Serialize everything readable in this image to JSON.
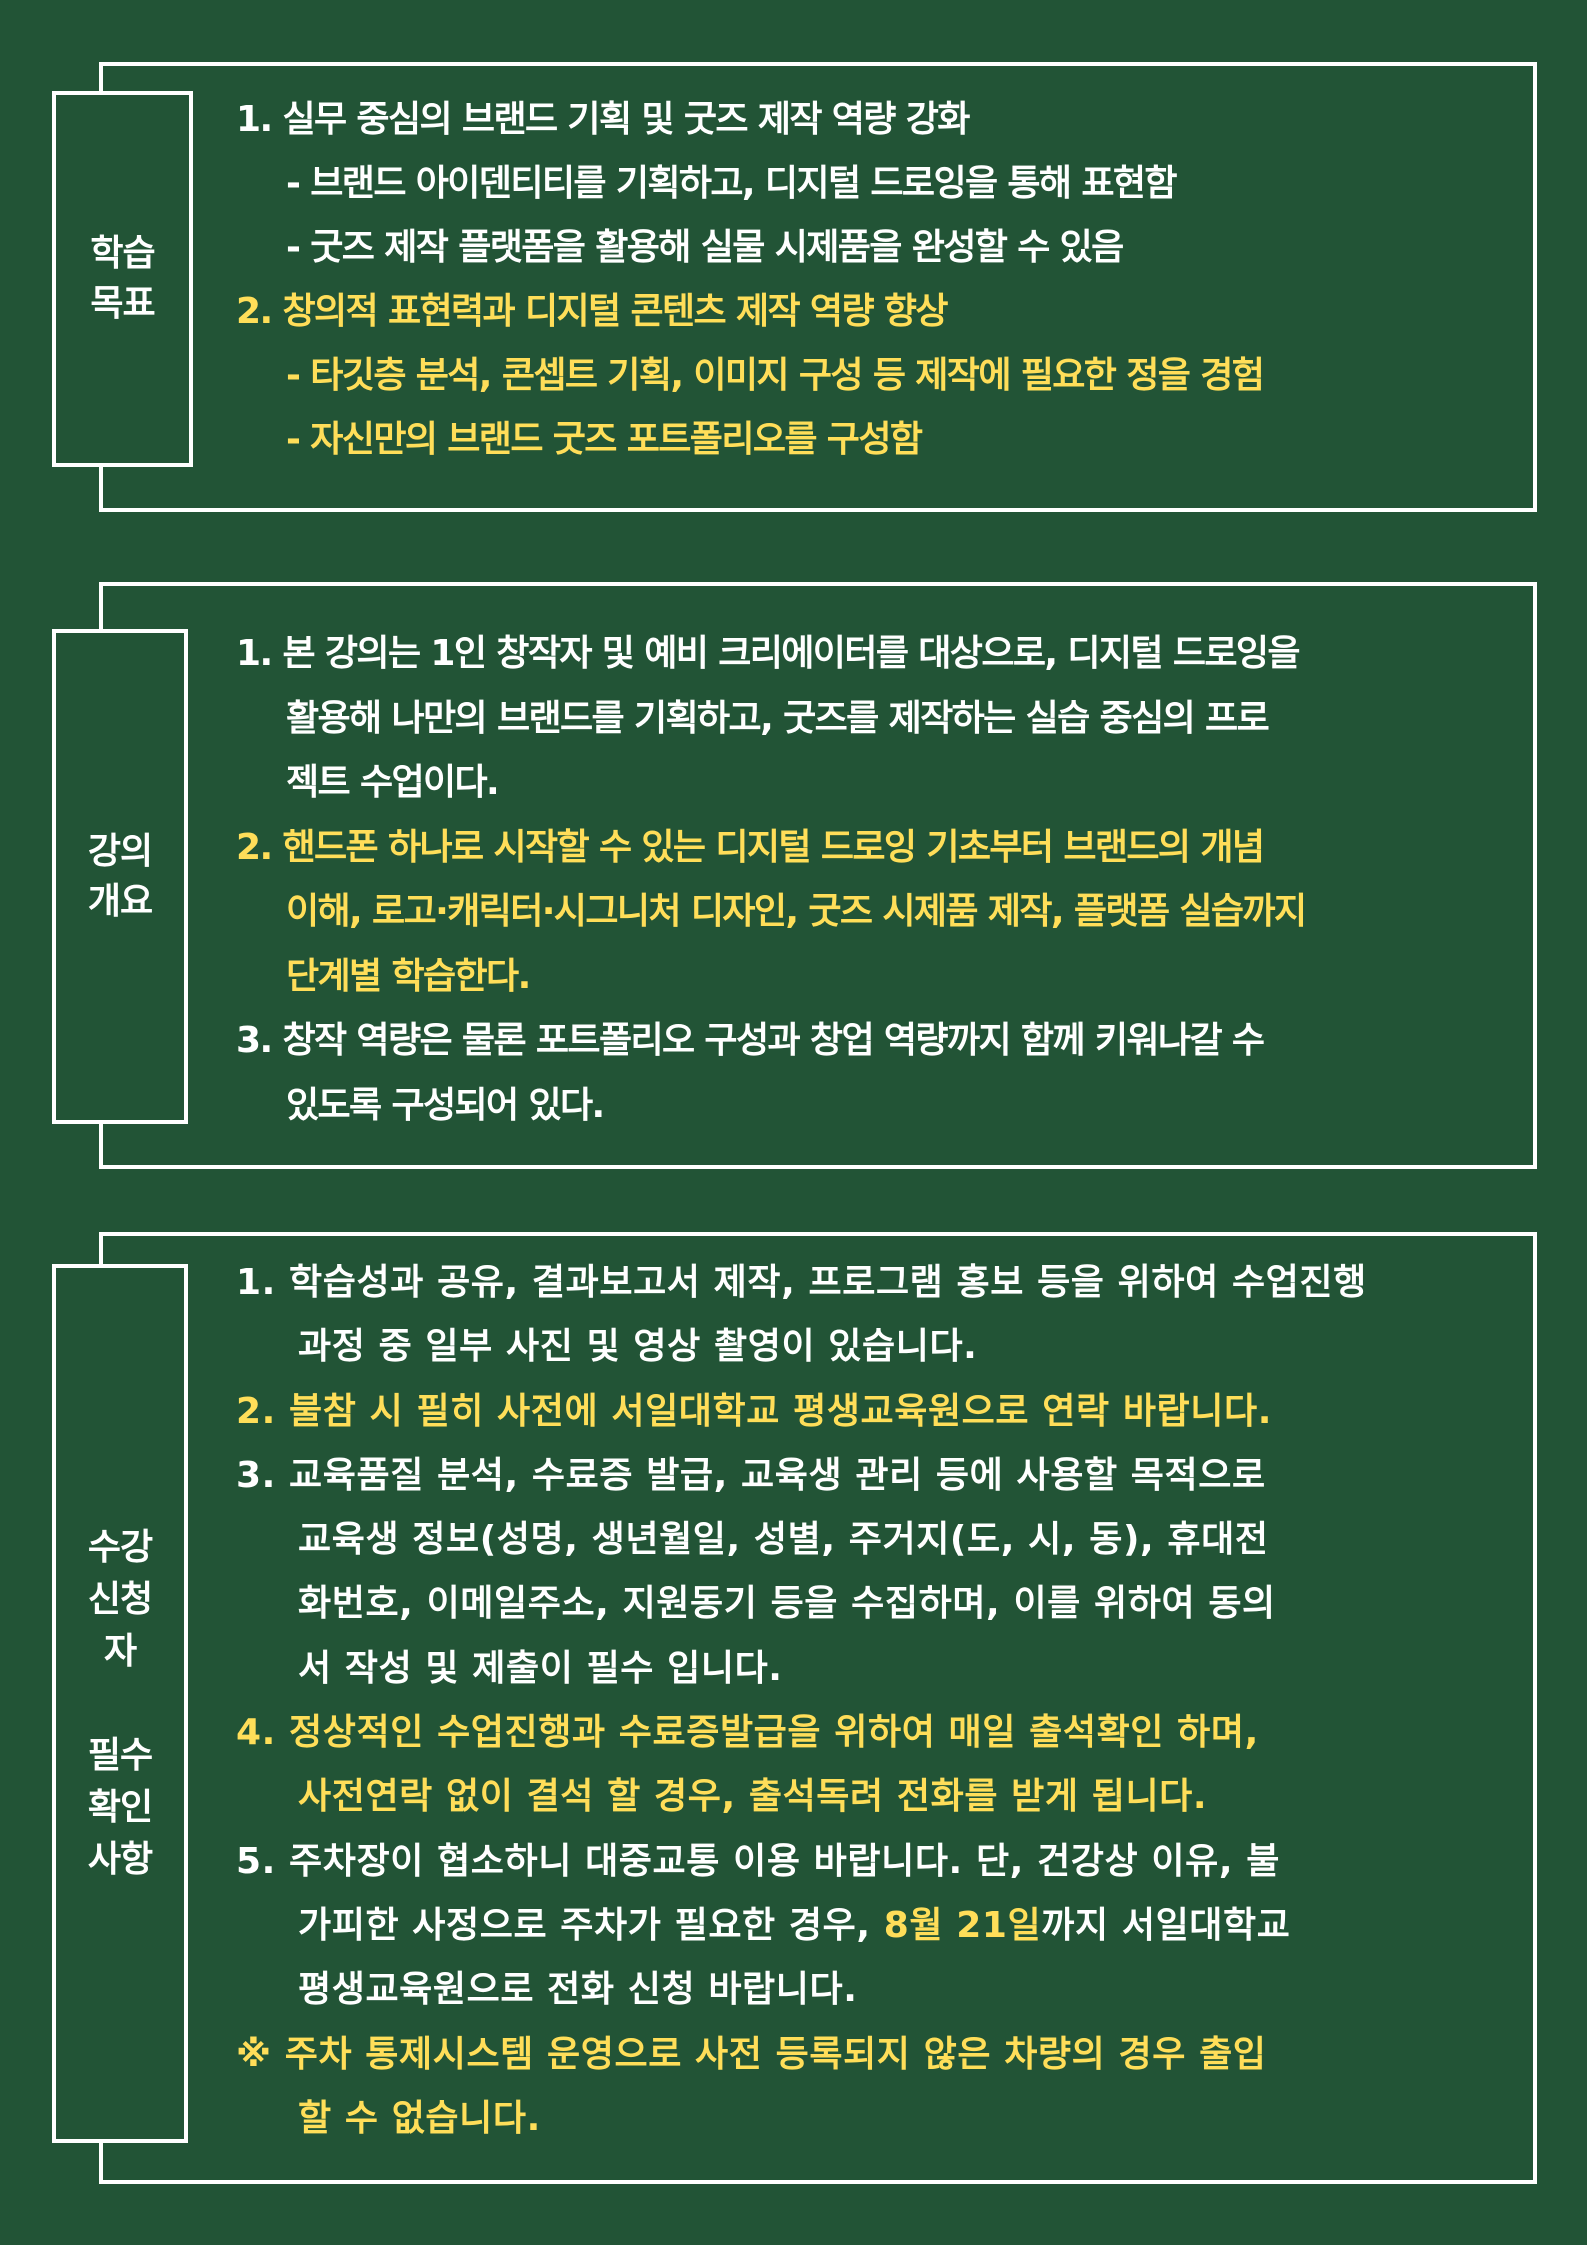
{
  "colors": {
    "background": "#225436",
    "border": "#FFFFFF",
    "text_primary": "#FFFFFF",
    "text_highlight": "#FFDE59"
  },
  "sections": [
    {
      "label": "학습\n목표",
      "lines": [
        {
          "text": "1. 실무 중심의 브랜드 기획 및 굿즈 제작 역량 강화",
          "color": "white",
          "indent": false
        },
        {
          "text": "- 브랜드 아이덴티티를 기획하고, 디지털 드로잉을 통해 표현함",
          "color": "white",
          "indent": true
        },
        {
          "text": "- 굿즈 제작 플랫폼을 활용해 실물 시제품을 완성할 수 있음",
          "color": "white",
          "indent": true
        },
        {
          "text": "2. 창의적 표현력과 디지털 콘텐츠 제작 역량 향상",
          "color": "yellow",
          "indent": false
        },
        {
          "text": "- 타깃층 분석, 콘셉트 기획, 이미지 구성 등 제작에 필요한 정을  경험",
          "color": "yellow",
          "indent": true
        },
        {
          "text": "- 자신만의 브랜드 굿즈 포트폴리오를 구성함",
          "color": "yellow",
          "indent": true
        }
      ]
    },
    {
      "label": "강의\n개요",
      "lines": [
        {
          "text": "1. 본 강의는 1인 창작자 및 예비 크리에이터를 대상으로, 디지털 드로잉을",
          "color": "white",
          "indent": false
        },
        {
          "text": "활용해  나만의 브랜드를 기획하고, 굿즈를 제작하는 실습 중심의  프로",
          "color": "white",
          "indent": true
        },
        {
          "text": "젝트 수업이다.",
          "color": "white",
          "indent": true
        },
        {
          "text": "2. 핸드폰 하나로 시작할 수 있는 디지털 드로잉 기초부터 브랜드의 개념",
          "color": "yellow",
          "indent": false
        },
        {
          "text": "이해, 로고·캐릭터·시그니처 디자인, 굿즈 시제품 제작, 플랫폼 실습까지",
          "color": "yellow",
          "indent": true
        },
        {
          "text": "단계별 학습한다.",
          "color": "yellow",
          "indent": true
        },
        {
          "text": "3. 창작 역량은 물론 포트폴리오 구성과 창업 역량까지 함께 키워나갈 수",
          "color": "white",
          "indent": false
        },
        {
          "text": "있도록 구성되어 있다.",
          "color": "white",
          "indent": true
        }
      ]
    },
    {
      "label": "수강\n신청\n자\n\n필수\n확인\n사항",
      "lines": [
        {
          "text": "1.  학습성과 공유, 결과보고서 제작, 프로그램 홍보 등을 위하여 수업진행",
          "color": "white",
          "indent": false
        },
        {
          "text": "과정 중 일부 사진 및 영상 촬영이 있습니다.",
          "color": "white",
          "indent": true
        },
        {
          "text": "2. 불참 시 필히 사전에 서일대학교 평생교육원으로 연락 바랍니다.",
          "color": "yellow",
          "indent": false
        },
        {
          "text": "3. 교육품질 분석, 수료증 발급, 교육생 관리 등에 사용할 목적으로",
          "color": "white",
          "indent": false
        },
        {
          "text": "교육생 정보(성명, 생년월일, 성별, 주거지(도, 시, 동), 휴대전",
          "color": "white",
          "indent": true
        },
        {
          "text": "화번호, 이메일주소, 지원동기 등을 수집하며, 이를 위하여 동의",
          "color": "white",
          "indent": true
        },
        {
          "text": "서 작성 및 제출이 필수 입니다.",
          "color": "white",
          "indent": true
        },
        {
          "text": "4. 정상적인 수업진행과 수료증발급을 위하여 매일 출석확인 하며,",
          "color": "yellow",
          "indent": false
        },
        {
          "text": "사전연락 없이 결석 할 경우, 출석독려 전화를 받게 됩니다.",
          "color": "yellow",
          "indent": true
        },
        {
          "text": "5. 주차장이 협소하니 대중교통 이용 바랍니다. 단, 건강상 이유, 불",
          "color": "white",
          "indent": false
        },
        {
          "text_before": "가피한 사정으로 주차가 필요한 경우, ",
          "highlight": "8월 21일",
          "text_after": "까지 서일대학교",
          "color": "white",
          "indent": true
        },
        {
          "text": "평생교육원으로 전화 신청 바랍니다.",
          "color": "white",
          "indent": true
        },
        {
          "text": "※ 주차 통제시스템 운영으로 사전 등록되지 않은 차량의 경우 출입",
          "color": "yellow",
          "indent": false
        },
        {
          "text": "할 수 없습니다.",
          "color": "yellow",
          "indent": true
        }
      ]
    }
  ]
}
